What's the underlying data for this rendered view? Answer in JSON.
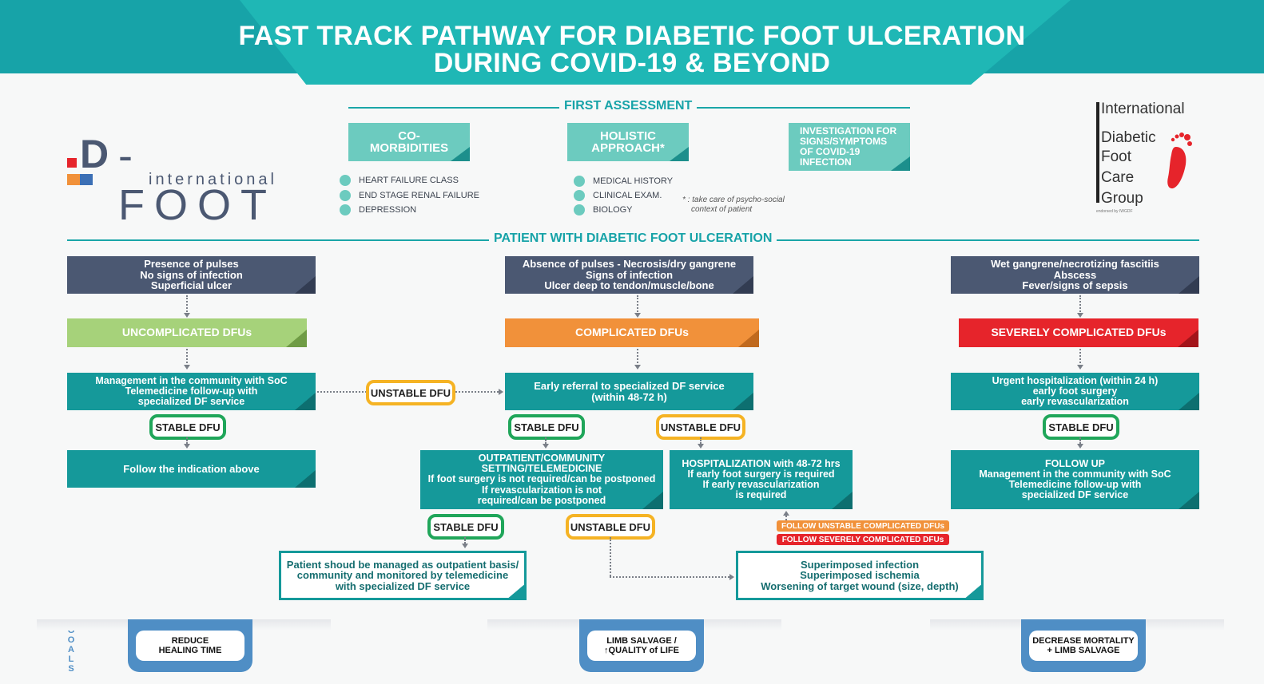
{
  "title": {
    "line1": "FAST TRACK PATHWAY FOR DIABETIC FOOT ULCERATION",
    "line2": "DURING COVID-19 & BEYOND"
  },
  "logo_left": {
    "text_big": "-FOOT",
    "letter": "D",
    "text_small": "international"
  },
  "logo_right": {
    "lines": [
      "International",
      "Diabetic",
      "Foot",
      "Care",
      "Group"
    ],
    "caption": "endorsed by IWGDF"
  },
  "first_assessment": {
    "header": "FIRST ASSESSMENT",
    "comorbidities": {
      "label_l1": "CO-",
      "label_l2": "MORBIDITIES",
      "items": [
        "HEART FAILURE CLASS",
        "END STAGE RENAL FAILURE",
        "DEPRESSION"
      ]
    },
    "holistic": {
      "label_l1": "HOLISTIC",
      "label_l2": "APPROACH*",
      "items": [
        "MEDICAL HISTORY",
        "CLINICAL EXAM.",
        "BIOLOGY"
      ]
    },
    "covid": {
      "lines": [
        "INVESTIGATION FOR",
        "SIGNS/SYMPTOMS",
        "OF  COVID-19",
        "INFECTION"
      ]
    },
    "note_l1": "* : take care of psycho-social",
    "note_l2": "context of patient"
  },
  "patient_header": "PATIENT WITH DIABETIC FOOT ULCERATION",
  "columns": {
    "left": {
      "criteria": [
        "Presence of pulses",
        "No signs of infection",
        "Superficial ulcer"
      ],
      "category": "UNCOMPLICATED DFUs",
      "management": [
        "Management in the community with SoC",
        "Telemedicine follow-up with",
        "specialized DF service"
      ],
      "stable": "STABLE DFU",
      "follow": "Follow the indication above"
    },
    "middle": {
      "criteria": [
        "Absence of pulses - Necrosis/dry gangrene",
        "Signs of infection",
        "Ulcer deep to tendon/muscle/bone"
      ],
      "category": "COMPLICATED DFUs",
      "management": [
        "Early referral to specialized DF service",
        "(within 48-72 h)"
      ],
      "stable": "STABLE DFU",
      "unstable": "UNSTABLE DFU",
      "outpatient": [
        "OUTPATIENT/COMMUNITY",
        "SETTING/TELEMEDICINE",
        "If foot surgery is not required/can be postponed",
        "If revascularization is not",
        "required/can be postponed"
      ],
      "hospitalization": [
        "HOSPITALIZATION with 48-72 hrs",
        "If early foot surgery is required",
        "If early revascularization",
        "is required"
      ],
      "stable2": "STABLE DFU",
      "unstable2": "UNSTABLE DFU",
      "outpatient_result": [
        "Patient shoud be managed as outpatient basis/",
        "community and monitored by telemedicine",
        "with specialized DF service"
      ],
      "follow_unstable": "FOLLOW UNSTABLE COMPLICATED DFUs",
      "follow_severe": "FOLLOW SEVERELY COMPLICATED DFUs",
      "superimposed": [
        "Superimposed infection",
        "Superimposed ischemia",
        "Worsening of target wound (size, depth)"
      ]
    },
    "right": {
      "criteria": [
        "Wet gangrene/necrotizing fascitiis",
        "Abscess",
        "Fever/signs of sepsis"
      ],
      "category": "SEVERELY COMPLICATED DFUs",
      "management": [
        "Urgent hospitalization (within 24 h)",
        "early foot surgery",
        "early revascularization"
      ],
      "stable": "STABLE DFU",
      "follow": [
        "FOLLOW UP",
        "Management in the community with SoC",
        "Telemedicine follow-up with",
        "specialized DF service"
      ]
    }
  },
  "left_unstable": "UNSTABLE DFU",
  "goals": {
    "label": "GOALS",
    "items": [
      {
        "l1": "REDUCE",
        "l2": "HEALING TIME"
      },
      {
        "l1": "LIMB SALVAGE /",
        "l2": "↑QUALITY of LIFE"
      },
      {
        "l1": "DECREASE MORTALITY",
        "l2": "+ LIMB SALVAGE"
      }
    ]
  },
  "colors": {
    "banner": "#17a3a8",
    "teal": "#15999a",
    "navy": "#4b5872",
    "green": "#a6d27a",
    "orange": "#f1913a",
    "red": "#e6242b",
    "stable_border": "#20a65a",
    "unstable_border": "#f5b324",
    "goal_blue": "#4f8ec5"
  }
}
